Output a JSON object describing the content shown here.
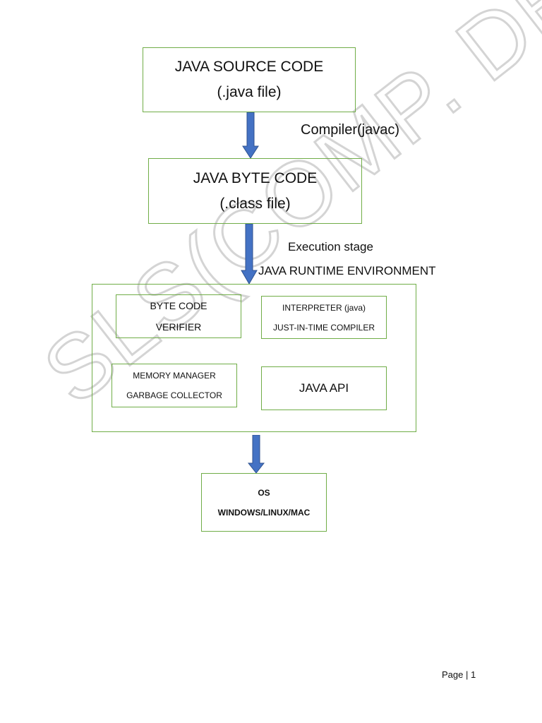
{
  "watermark": "SLS(COMP. DEPT.)",
  "source_box": {
    "line1": "JAVA SOURCE CODE",
    "line2": "(.java file)"
  },
  "compiler_label": "Compiler(javac)",
  "bytecode_box": {
    "line1": "JAVA BYTE CODE",
    "line2": "(.class file)"
  },
  "execution_label": "Execution stage",
  "jre_label": "JAVA RUNTIME ENVIRONMENT",
  "jre_components": {
    "verifier": {
      "line1": "BYTE CODE",
      "line2": "VERIFIER"
    },
    "interpreter": {
      "line1": "INTERPRETER (java)",
      "line2": "JUST-IN-TIME COMPILER"
    },
    "memory": {
      "line1": "MEMORY MANAGER",
      "line2": "GARBAGE COLLECTOR"
    },
    "api": {
      "line1": "JAVA API"
    }
  },
  "os_box": {
    "line1": "OS",
    "line2": "WINDOWS/LINUX/MAC"
  },
  "footer": {
    "page": "Page | 1"
  },
  "colors": {
    "box_border": "#70ad47",
    "arrow_fill": "#4472c4",
    "arrow_stroke": "#2f528f",
    "watermark": "#d4d4d4"
  }
}
